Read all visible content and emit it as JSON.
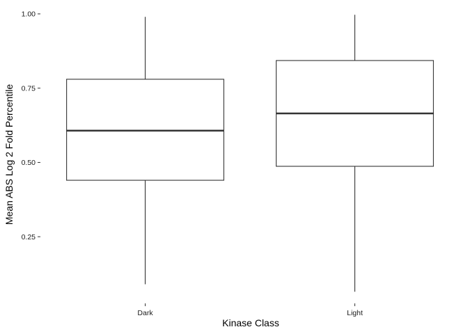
{
  "chart_data": {
    "type": "box",
    "xlabel": "Kinase Class",
    "ylabel": "Mean ABS Log 2 Fold Percentile",
    "ylim": [
      0.035,
      1.035
    ],
    "y_ticks": [
      0.25,
      0.5,
      0.75,
      1.0
    ],
    "y_tick_labels": [
      "0.25",
      "0.50",
      "0.75",
      "1.00"
    ],
    "grid": false,
    "categories": [
      "Dark",
      "Light"
    ],
    "boxes": [
      {
        "category": "Dark",
        "whisker_low": 0.09,
        "q1": 0.44,
        "median": 0.607,
        "q3": 0.78,
        "whisker_high": 0.99
      },
      {
        "category": "Light",
        "whisker_low": 0.065,
        "q1": 0.487,
        "median": 0.665,
        "q3": 0.843,
        "whisker_high": 0.997
      }
    ]
  },
  "colors": {
    "box_stroke": "#333333",
    "box_fill": "#ffffff",
    "background": "#ffffff"
  }
}
